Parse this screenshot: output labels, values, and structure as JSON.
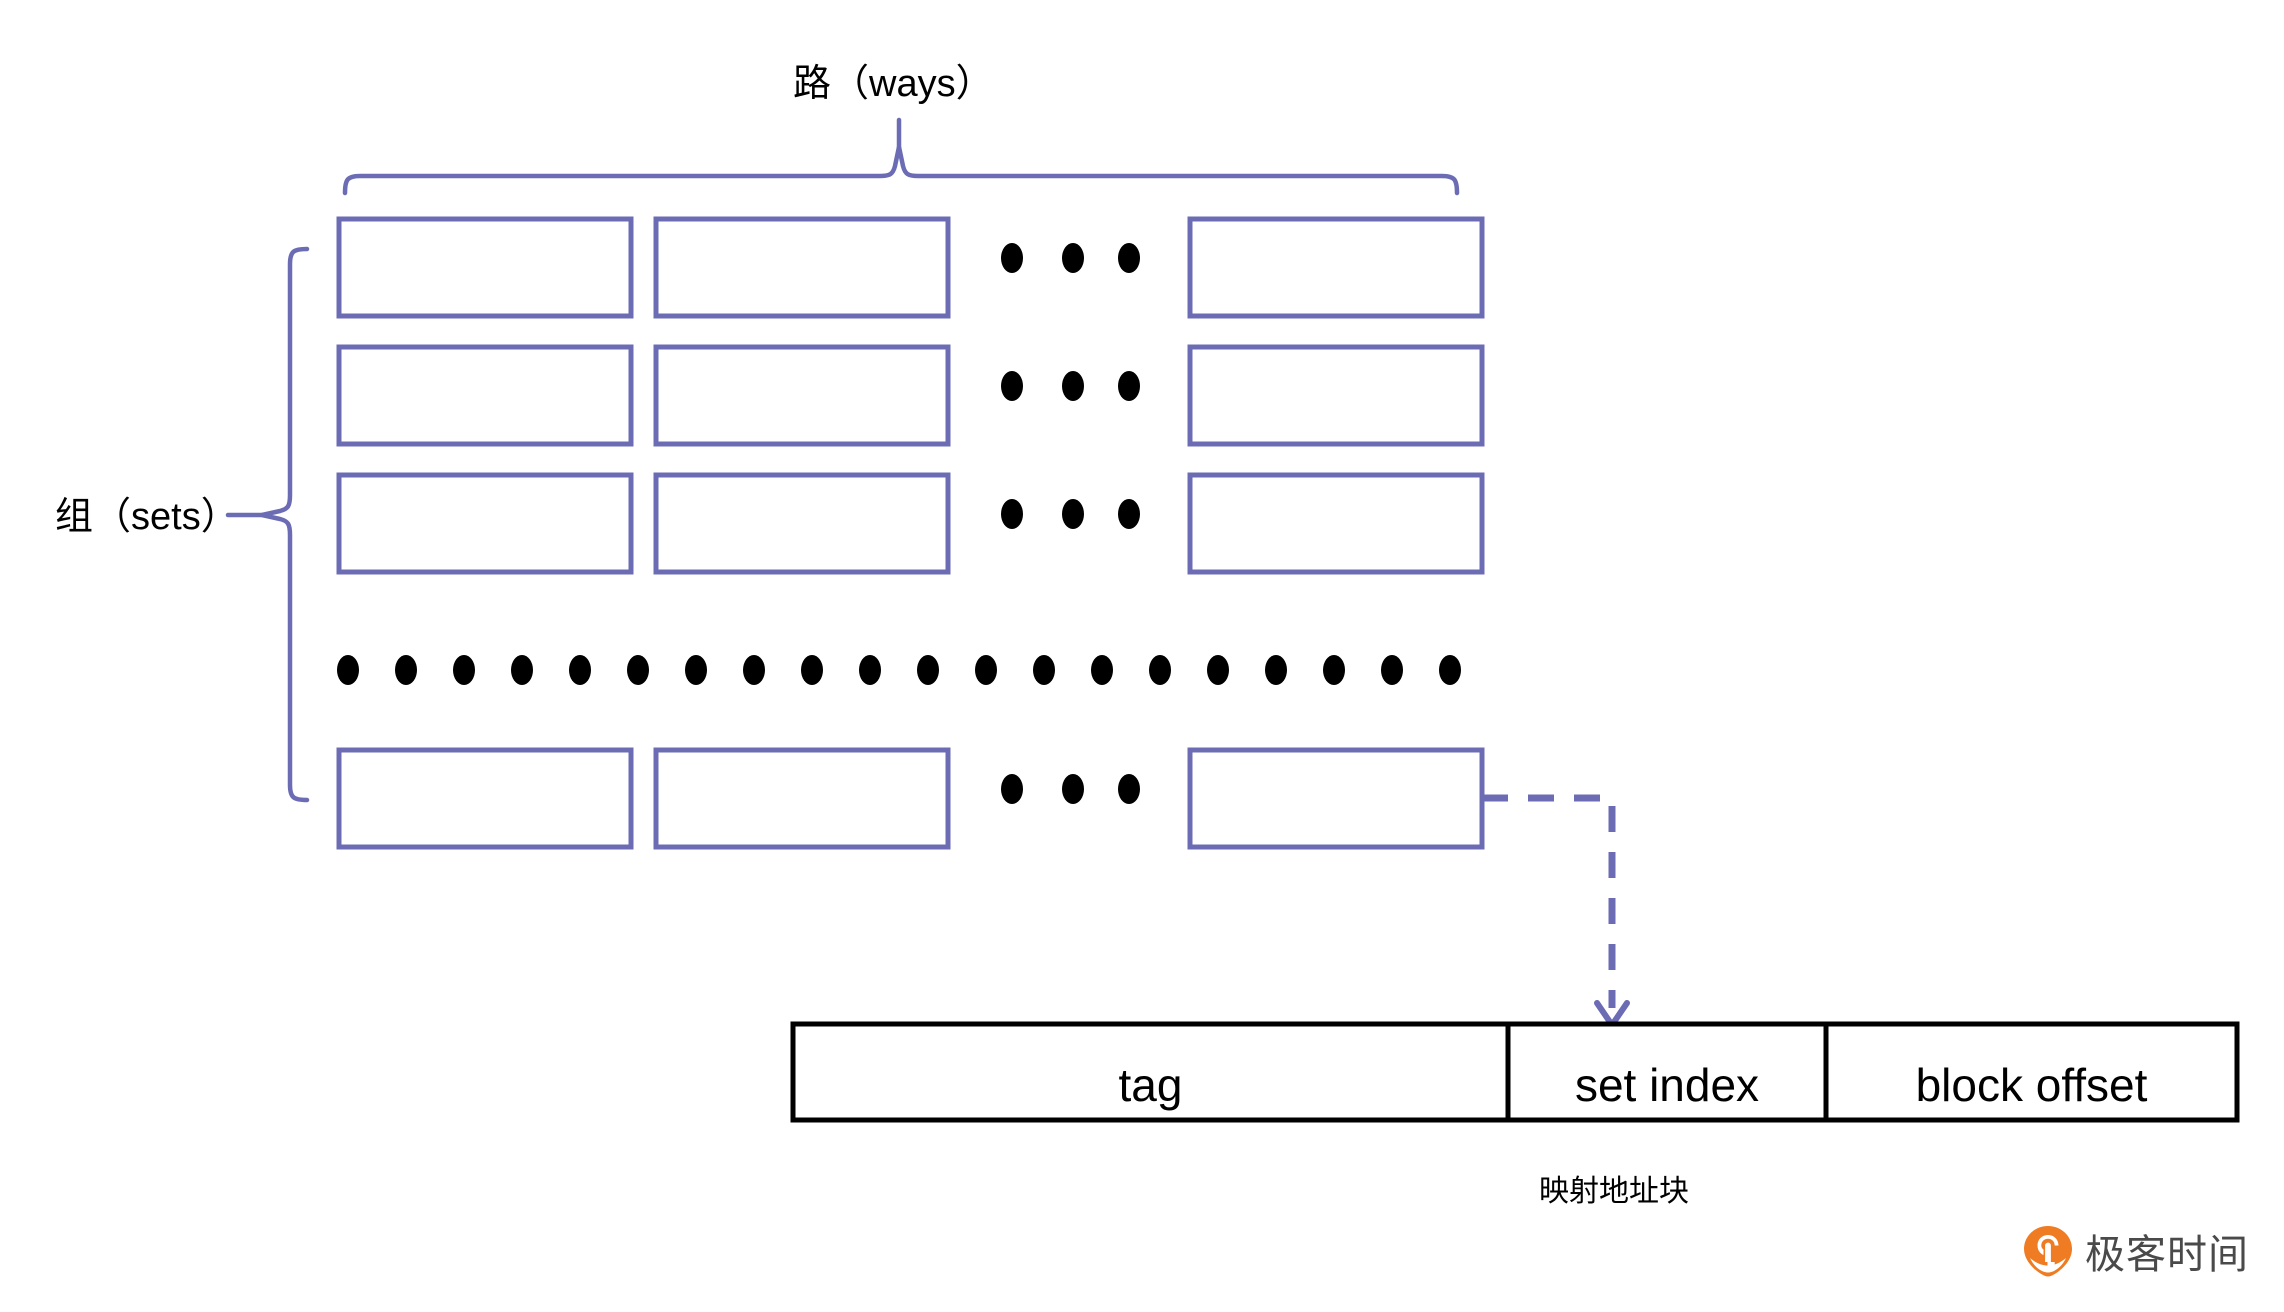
{
  "diagram": {
    "title_top": "路（ways）",
    "title_left": "组（sets）",
    "caption": "映射地址块",
    "grid": {
      "rows": 4,
      "cols": 3,
      "ellipsis_dots_per_row": 3,
      "ellipsis_row_dots": 20,
      "cell_fill": "#ffffff",
      "cell_border": "#6c6cb5"
    },
    "address_block": {
      "segments": [
        {
          "label": "tag"
        },
        {
          "label": "set index"
        },
        {
          "label": "block offset"
        }
      ],
      "border_color": "#000000"
    },
    "connector": {
      "style": "dashed",
      "color": "#6c6cb5",
      "from": "last-row-last-way-cell",
      "to": "set-index-segment"
    },
    "brace_color": "#6c6cb5",
    "dot_color": "#000000"
  },
  "watermark": {
    "text": "极客时间",
    "logo_color": "#ef7b22",
    "logo_icon": "geektime-pin-icon"
  }
}
